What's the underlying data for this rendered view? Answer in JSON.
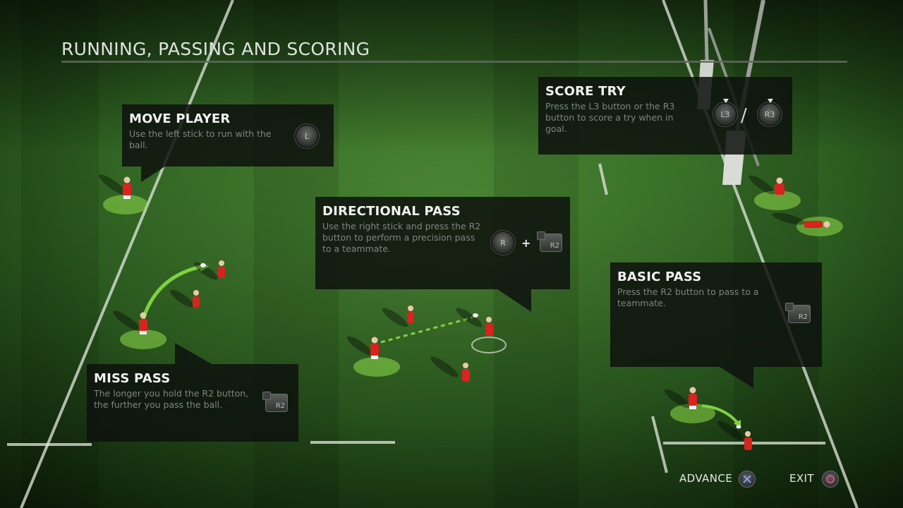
{
  "title": "RUNNING, PASSING AND SCORING",
  "panels": {
    "move_player": {
      "heading": "MOVE PLAYER",
      "text": "Use the left stick to run with the ball.",
      "button": "L"
    },
    "score_try": {
      "heading": "SCORE TRY",
      "text": "Press the L3 button or the R3 button to score a try when in goal.",
      "button_a": "L3",
      "separator": "/",
      "button_b": "R3"
    },
    "directional_pass": {
      "heading": "DIRECTIONAL PASS",
      "text": "Use the right stick and press the R2 button to perform a precision pass to a  teammate.",
      "button_a": "R",
      "plus": "+",
      "button_b": "R2"
    },
    "basic_pass": {
      "heading": "BASIC PASS",
      "text": "Press the R2 button to pass to a teammate.",
      "button": "R2"
    },
    "miss_pass": {
      "heading": "MISS PASS",
      "text": "The longer you hold the R2 button, the further you pass the ball.",
      "button": "R2"
    }
  },
  "footer": {
    "advance_label": "ADVANCE",
    "exit_label": "EXIT"
  },
  "colors": {
    "grass_dark": "#1f4a16",
    "grass_light": "#3e7a2c",
    "player_red": "#d8231e",
    "highlight_green": "#7fd140",
    "panel_bg": "#0e120e"
  },
  "icons": {
    "advance": "cross-button-icon",
    "exit": "circle-button-icon"
  }
}
